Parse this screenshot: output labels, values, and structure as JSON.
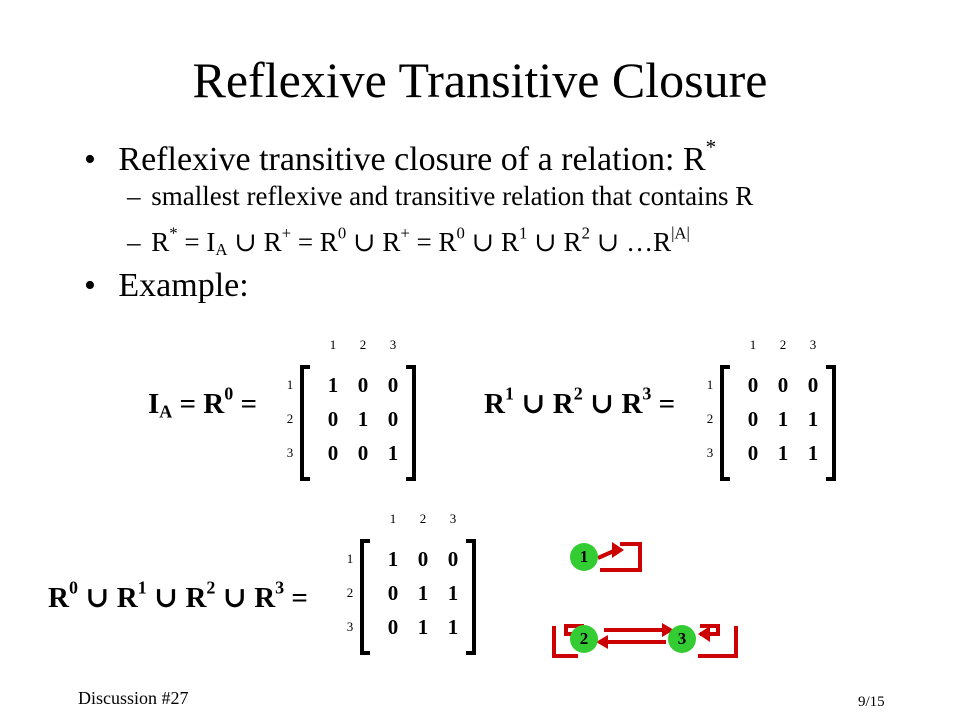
{
  "title": "Reflexive Transitive Closure",
  "bullets": {
    "b1_text": "Reflexive transitive closure of a relation: R",
    "b1_sup": "*",
    "sub1": "smallest reflexive and transitive relation that contains R",
    "sub2_dash": "–",
    "sub1_dash": "–",
    "b2_text": "Example:",
    "bullet_glyph": "•"
  },
  "formula": {
    "R": "R",
    "star": "*",
    "eq": " = ",
    "I": "I",
    "A": "A",
    "union": " ∪ ",
    "plus": "+",
    "zero": "0",
    "one": "1",
    "two": "2",
    "ellipsis": " …R",
    "absA": "|A|"
  },
  "eq_labels": {
    "ia_I": "I",
    "ia_A": "A",
    "ia_rest": " = R",
    "ia_sup": "0",
    "ia_end": " =",
    "r123_a": "R",
    "r123_s1": "1",
    "r123_b": " ∪ R",
    "r123_s2": "2",
    "r123_c": " ∪ R",
    "r123_s3": "3",
    "r123_end": " =",
    "r0123_a": "R",
    "r0123_s0": "0",
    "r0123_b": " ∪ R",
    "r0123_s1": "1",
    "r0123_c": " ∪ R",
    "r0123_s2": "2",
    "r0123_d": " ∪ R",
    "r0123_s3": "3",
    "r0123_end": " ="
  },
  "matrices": {
    "headers": [
      "1",
      "2",
      "3"
    ],
    "identity": [
      [
        "1",
        "0",
        "0"
      ],
      [
        "0",
        "1",
        "0"
      ],
      [
        "0",
        "0",
        "1"
      ]
    ],
    "r123": [
      [
        "0",
        "0",
        "0"
      ],
      [
        "0",
        "1",
        "1"
      ],
      [
        "0",
        "1",
        "1"
      ]
    ],
    "r0123": [
      [
        "1",
        "0",
        "0"
      ],
      [
        "0",
        "1",
        "1"
      ],
      [
        "0",
        "1",
        "1"
      ]
    ]
  },
  "graph": {
    "nodes": [
      "1",
      "2",
      "3"
    ],
    "node_color": "#33cc33",
    "edge_color": "#cc0000"
  },
  "footer": {
    "left": "Discussion #27",
    "right": "9/15"
  }
}
